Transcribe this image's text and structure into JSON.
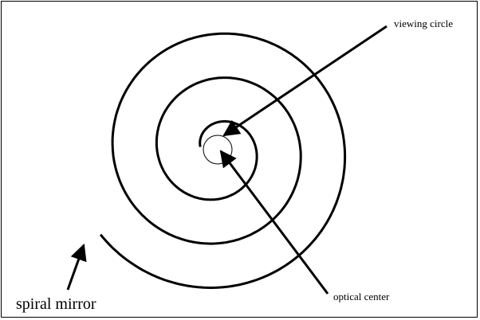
{
  "labels": {
    "viewing_circle": "viewing circle",
    "optical_center": "optical center",
    "spiral_mirror": "spiral mirror"
  },
  "colors": {
    "line": "#000000",
    "background": "#ffffff"
  }
}
